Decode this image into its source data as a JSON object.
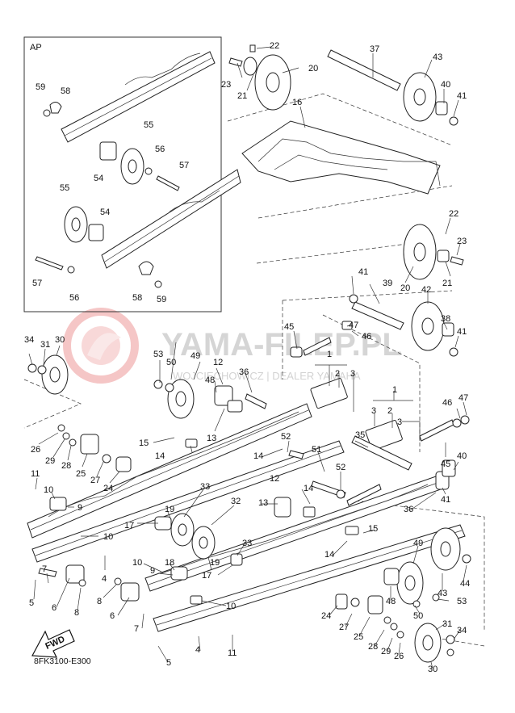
{
  "inset": {
    "label": "AP"
  },
  "diagram_code": "8FK3100-E300",
  "fwd_label": "FWD",
  "watermark": {
    "text": "YAMA-FILEP.PL",
    "subtext": "WOJCIECHOWICZ | DEALER YAMAHA"
  },
  "callouts": [
    "1",
    "2",
    "3",
    "4",
    "5",
    "6",
    "7",
    "8",
    "9",
    "10",
    "11",
    "12",
    "13",
    "14",
    "15",
    "16",
    "17",
    "18",
    "19",
    "20",
    "21",
    "22",
    "23",
    "24",
    "25",
    "26",
    "27",
    "28",
    "29",
    "30",
    "31",
    "32",
    "33",
    "34",
    "35",
    "36",
    "37",
    "38",
    "39",
    "40",
    "41",
    "42",
    "43",
    "44",
    "45",
    "46",
    "47",
    "48",
    "49",
    "50",
    "51",
    "52",
    "53",
    "54",
    "55",
    "56",
    "57",
    "58",
    "59"
  ]
}
